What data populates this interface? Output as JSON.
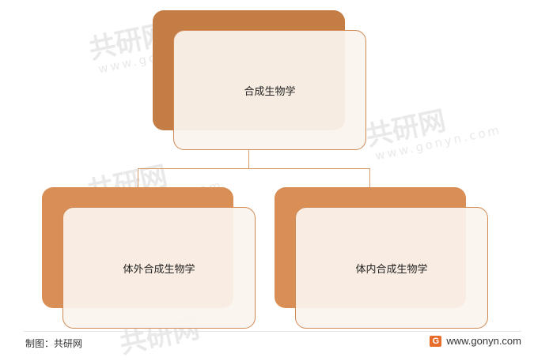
{
  "diagram": {
    "root_label": "合成生物学",
    "children": [
      {
        "label": "体外合成生物学"
      },
      {
        "label": "体内合成生物学"
      }
    ]
  },
  "footer": {
    "credit": "制图：共研网",
    "site": "www.gonyn.com",
    "logo_icon": "gonyn-logo-icon"
  },
  "watermark": {
    "brand": "共研网",
    "url": "www.gonyn.com"
  },
  "colors": {
    "root_back": "#c47d45",
    "child_back": "#d98e55",
    "front_fill": "#fbf4ee",
    "border": "#d08a55"
  }
}
